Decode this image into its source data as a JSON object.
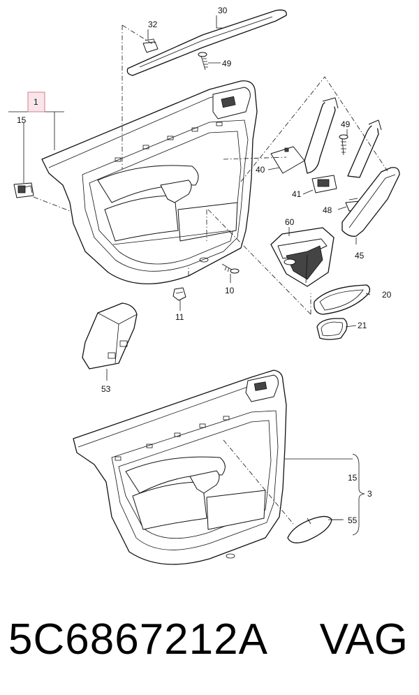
{
  "diagram": {
    "callouts": {
      "c1": "1",
      "c3": "3",
      "c10": "10",
      "c11": "11",
      "c15a": "15",
      "c15b": "15",
      "c20": "20",
      "c21": "21",
      "c30": "30",
      "c32": "32",
      "c40": "40",
      "c41": "41",
      "c45": "45",
      "c48": "48",
      "c49a": "49",
      "c49b": "49",
      "c53": "53",
      "c55": "55",
      "c60": "60"
    },
    "highlight_color": "#f9e6ea"
  },
  "footer": {
    "part_number": "5C6867212A",
    "brand": "VAG"
  }
}
